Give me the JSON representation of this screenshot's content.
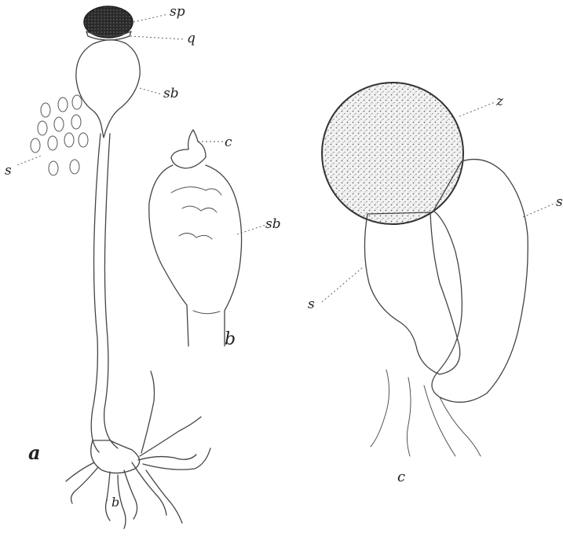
{
  "figure": {
    "panel_labels": {
      "a": "a",
      "b": "b",
      "c": "c"
    },
    "labels": {
      "sp": "sp",
      "q": "q",
      "sb_a": "sb",
      "s_spores": "s",
      "b_base": "b",
      "c_columella": "c",
      "sb_b": "sb",
      "z": "z",
      "s_right": "s",
      "s_left": "s"
    }
  }
}
